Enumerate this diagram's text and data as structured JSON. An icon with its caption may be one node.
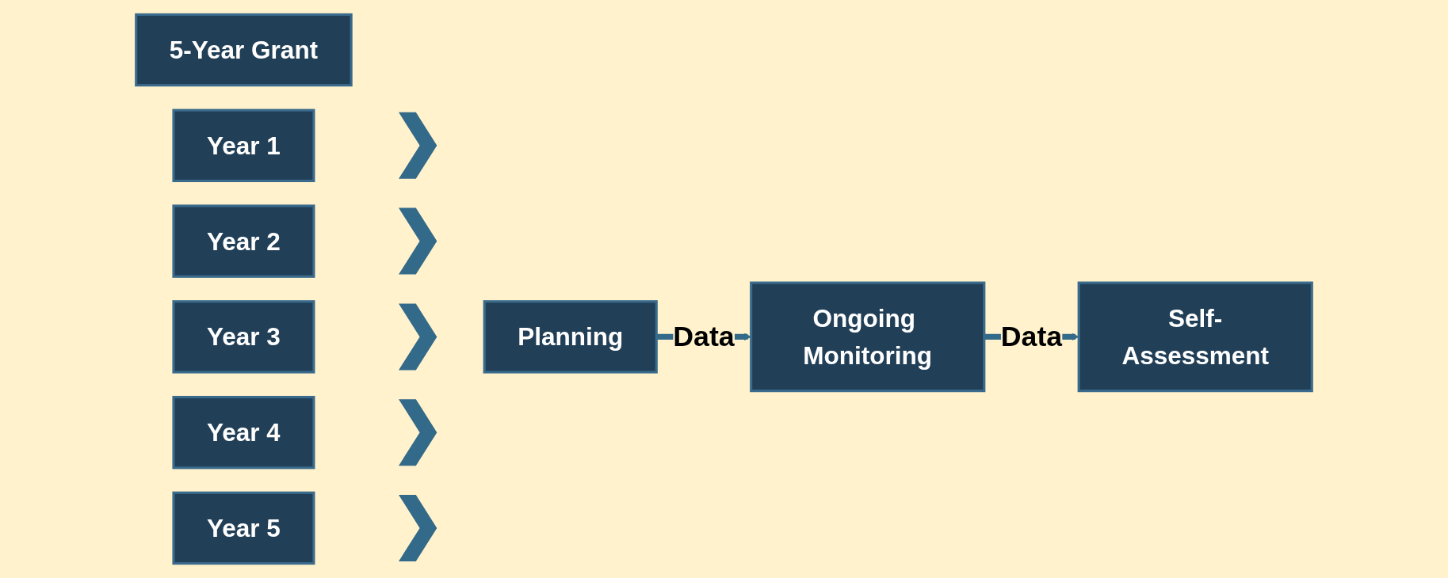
{
  "diagram": {
    "nodes": [
      {
        "text": [
          "5-Year Grant"
        ]
      },
      {
        "text": [
          "Year 1"
        ]
      },
      {
        "text": [],
        "shape": "chevron"
      },
      {
        "text": [
          "Year 2"
        ]
      },
      {
        "text": [],
        "shape": "chevron"
      },
      {
        "text": [
          "Year 3"
        ]
      },
      {
        "text": [],
        "shape": "chevron"
      },
      {
        "text": [
          "Year 4"
        ]
      },
      {
        "text": [],
        "shape": "chevron"
      },
      {
        "text": [
          "Year 5"
        ]
      },
      {
        "text": [],
        "shape": "chevron"
      },
      {
        "text": [
          "Planning"
        ]
      },
      {
        "text": [
          "Ongoing Monitoring"
        ]
      },
      {
        "text": [
          "Self-Assessment"
        ]
      }
    ],
    "edges": [
      {
        "from": 11,
        "to": 12,
        "label": "Data",
        "arrow": "to"
      },
      {
        "from": 12,
        "to": 13,
        "label": "Data",
        "arrow": "to"
      }
    ]
  }
}
